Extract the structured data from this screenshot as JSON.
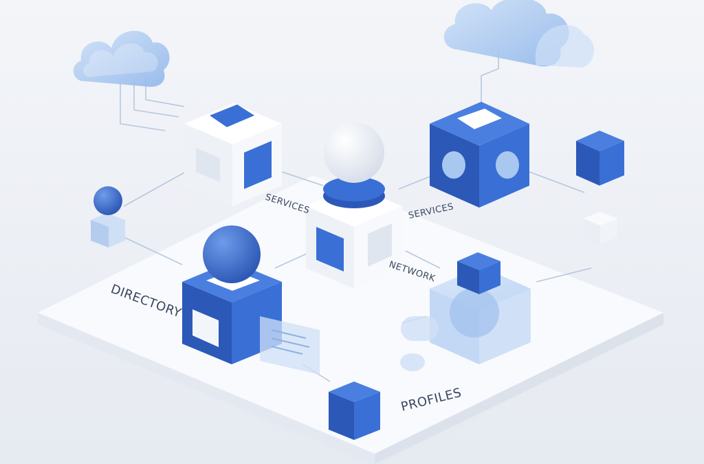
{
  "labels": {
    "services_left": "SERVICES",
    "services_right": "SERVICES",
    "network": "NETWORK",
    "directory": "DIRECTORY",
    "profiles": "PROFILES"
  },
  "colors": {
    "background": "#eef1f6",
    "platform_top": "#f7f9fc",
    "blue": "#3a6fd6",
    "blue_dark": "#2c58b8",
    "blue_light": "#a9c8f0",
    "white_cube": "#ffffff",
    "connector": "#b7c7de",
    "label_text": "#3a4660"
  },
  "icons": {
    "cloud_left": "cloud-icon",
    "cloud_right": "cloud-icon"
  }
}
